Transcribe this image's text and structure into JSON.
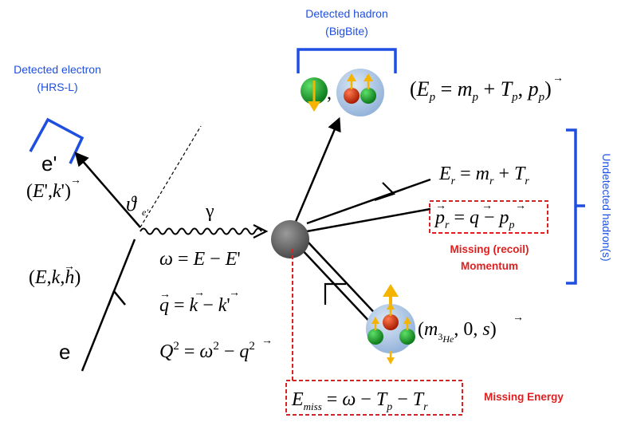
{
  "labels": {
    "detected_hadron": "Detected hadron",
    "bigbite": "(BigBite)",
    "detected_electron": "Detected electron",
    "hrs_l": "(HRS-L)",
    "e_prime": "e'",
    "e": "e",
    "gamma": "γ",
    "theta": "ϑ",
    "theta_sub": "e'",
    "undetected_hadrons": "Undetected hadron(s)",
    "missing_recoil": "Missing (recoil)",
    "momentum": "Momentum",
    "missing_energy": "Missing Energy"
  },
  "equations": {
    "electron_final": "(E',k')",
    "electron_initial": "(E,k,h)",
    "omega": "ω = E − E'",
    "q_vec": "q = k − k'",
    "q2": "Q² = ω² − q²",
    "hadron": "(Ep = mp + Tp, pp)",
    "recoil_energy": "Er = mr + Tr",
    "recoil_momentum": "pr = q − pp",
    "target": "(m3He, 0, s)",
    "emiss": "Emiss = ω − Tp − Tr"
  },
  "colors": {
    "detector_blue": "#1f4fe0",
    "missing_red": "#e02020",
    "nucleon_green": "#1a9a2a",
    "nucleon_red": "#d83010",
    "spin_yellow": "#f4b400",
    "blob_gray": "#6e6e6e",
    "nucleus_blue": "#a9c3e3"
  }
}
